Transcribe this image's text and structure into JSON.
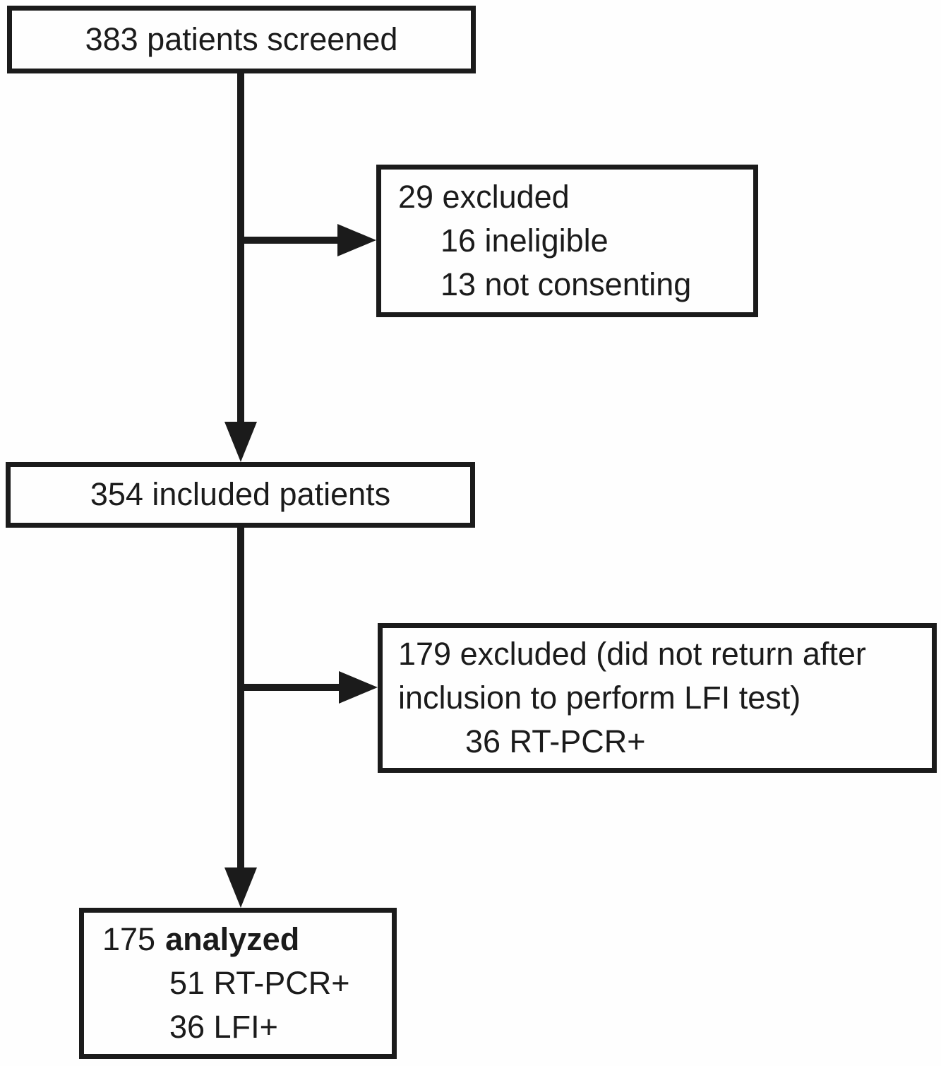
{
  "diagram": {
    "type": "patient-flowchart",
    "colors": {
      "background": "#fefefe",
      "line_and_text": "#1b1b1b"
    },
    "nodes": {
      "screened": {
        "label": "383 patients screened"
      },
      "excluded_screening": {
        "title": "29 excluded",
        "items": [
          "16 ineligible",
          "13 not consenting"
        ]
      },
      "included": {
        "label": "354 included patients"
      },
      "excluded_followup": {
        "title_line1": "179 excluded (did not return after",
        "title_line2": "inclusion to perform LFI test)",
        "items": [
          "36 RT-PCR+"
        ]
      },
      "analyzed": {
        "count": "175",
        "label": "analyzed",
        "items": [
          "51 RT-PCR+",
          "36 LFI+"
        ]
      }
    },
    "connectors": [
      "screened -> included (down arrow)",
      "screened -> excluded_screening (right arrow)",
      "included -> analyzed (down arrow)",
      "included -> excluded_followup (right arrow)"
    ]
  }
}
